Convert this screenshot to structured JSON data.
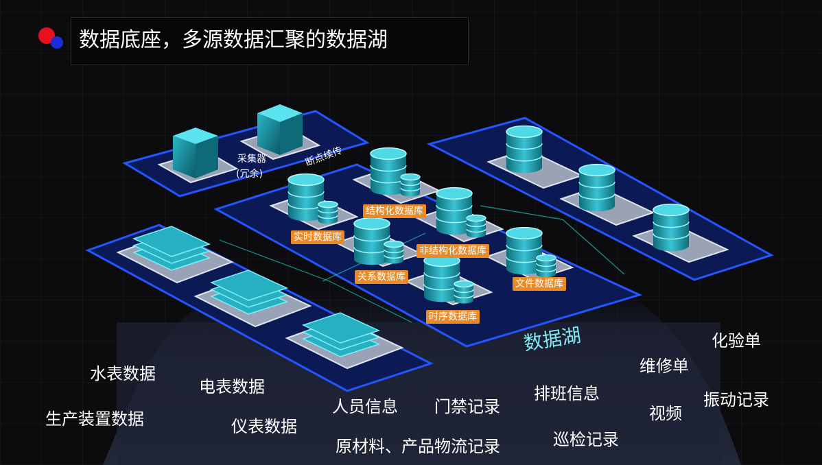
{
  "title": "数据底座，多源数据汇聚的数据湖",
  "collector": {
    "line1": "采集器",
    "line2": "(冗余)"
  },
  "resume": "断点续传",
  "databases": {
    "realtime": "实时数据库",
    "structured": "结构化数据库",
    "unstructured": "非结构化数据库",
    "relational": "关系数据库",
    "file": "文件数据库",
    "timeseries": "时序数据库"
  },
  "lake": "数据湖",
  "sources": [
    "水表数据",
    "生产装置数据",
    "电表数据",
    "仪表数据",
    "人员信息",
    "门禁记录",
    "原材料、产品物流记录",
    "排班信息",
    "巡检记录",
    "维修单",
    "视频",
    "化验单",
    "振动记录"
  ],
  "colors": {
    "accent": "#1e50ff",
    "cyan": "#3fd7e6",
    "tag": "#e98a27",
    "lake_text": "#7fe9f5"
  }
}
